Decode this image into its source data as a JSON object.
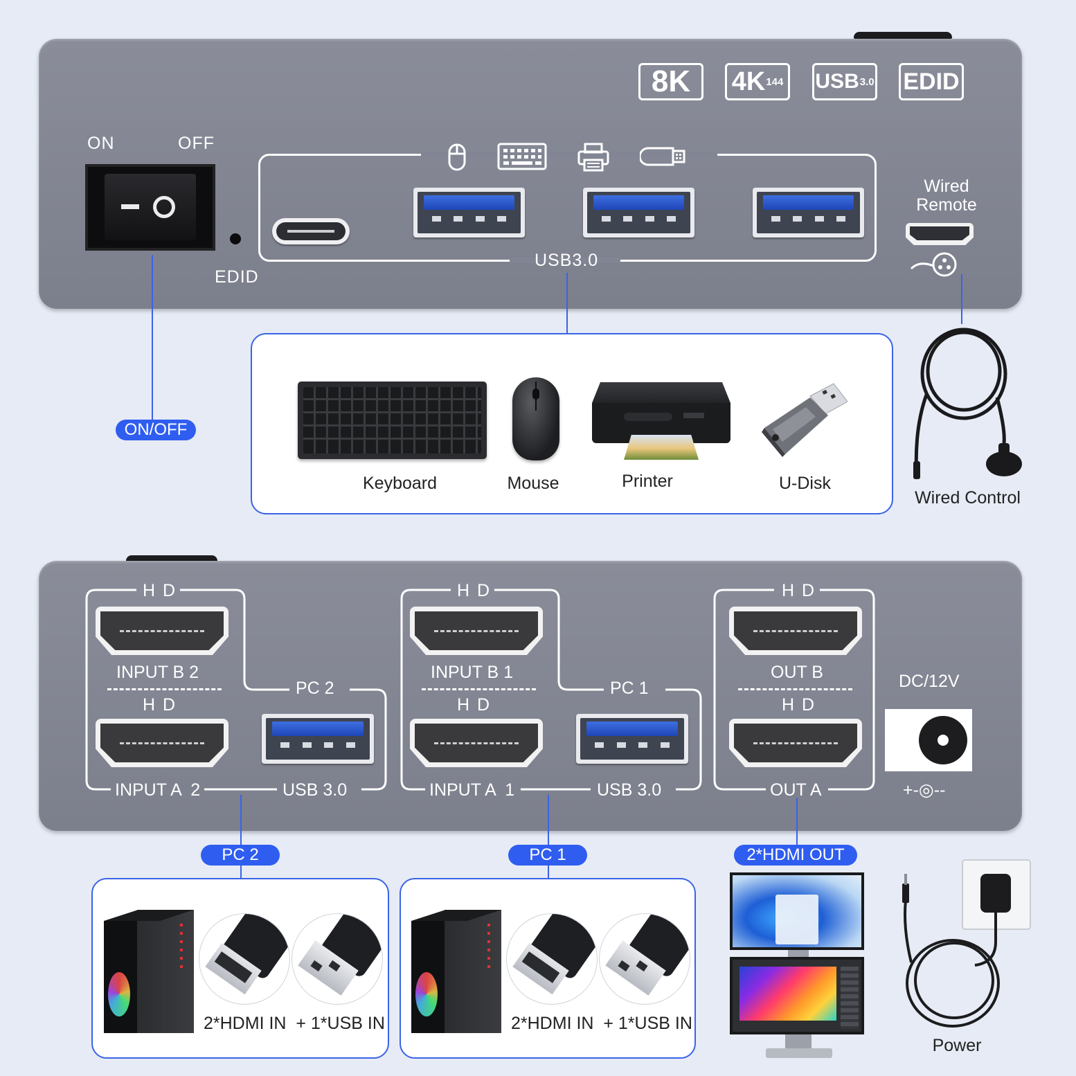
{
  "top_panel": {
    "badges": {
      "eightk": "8K",
      "fourk": "4K",
      "fourk_sub": "144",
      "usb": "USB",
      "usb_sub": "3.0",
      "edid": "EDID"
    },
    "switch_on_label": "ON",
    "switch_off_label": "OFF",
    "edid_label": "EDID",
    "usb_group_label": "USB3.0",
    "wired_remote_line1": "Wired",
    "wired_remote_line2": "Remote"
  },
  "callouts": {
    "onoff": "ON/OFF"
  },
  "peripherals_card": {
    "items": [
      {
        "label": "Keyboard"
      },
      {
        "label": "Mouse"
      },
      {
        "label": "Printer"
      },
      {
        "label": "U-Disk"
      }
    ]
  },
  "wired_control_label": "Wired Control",
  "bottom_panel": {
    "hd": "H D",
    "pc2": {
      "input_b": "INPUT B 2",
      "input_a": "INPUT A  2",
      "pc_label": "PC 2",
      "usb_label": "USB 3.0"
    },
    "pc1": {
      "input_b": "INPUT B 1",
      "input_a": "INPUT A  1",
      "pc_label": "PC 1",
      "usb_label": "USB 3.0"
    },
    "out": {
      "out_b": "OUT B",
      "out_a": "OUT A"
    },
    "dc_label": "DC/12V",
    "polarity": "+-◎--"
  },
  "pc_callouts": {
    "pc2": "PC 2",
    "pc1": "PC 1",
    "hdmi_out": "2*HDMI OUT"
  },
  "pc_cards": {
    "pc2_caption": "2*HDMI IN  + 1*USB IN",
    "pc1_caption": "2*HDMI IN  + 1*USB IN"
  },
  "power_label": "Power"
}
